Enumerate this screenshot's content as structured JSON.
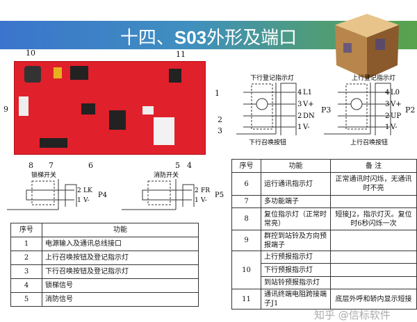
{
  "title": {
    "prefix": "十四、",
    "model": "S03",
    "suffix": "外形及端口"
  },
  "board_labels": [
    "1",
    "2",
    "3",
    "4",
    "5",
    "6",
    "7",
    "8",
    "9",
    "10",
    "11"
  ],
  "diagrams": {
    "p3": {
      "top_label": "下行登记指示灯",
      "bottom_label": "下行召唤按钮",
      "pins": [
        "4",
        "3",
        "2",
        "1"
      ],
      "signals": [
        "L1",
        "V+",
        "DN",
        "V-"
      ],
      "name": "P3"
    },
    "p2": {
      "top_label": "上行登记指示灯",
      "bottom_label": "上行召唤按钮",
      "pins": [
        "4",
        "3",
        "2",
        "1"
      ],
      "signals": [
        "L0",
        "V+",
        "UP",
        "V-"
      ],
      "name": "P2"
    },
    "p4": {
      "top_label": "锁梯开关",
      "pins": [
        "2",
        "1"
      ],
      "signals": [
        "LK",
        "V-"
      ],
      "name": "P4"
    },
    "p5": {
      "top_label": "消防开关",
      "pins": [
        "2",
        "1"
      ],
      "signals": [
        "FR",
        "V-"
      ],
      "name": "P5"
    }
  },
  "table_left": {
    "headers": [
      "序号",
      "功能"
    ],
    "rows": [
      [
        "1",
        "电源输入及通讯总线接口"
      ],
      [
        "2",
        "上行召唤按钮及登记指示灯"
      ],
      [
        "3",
        "下行召唤按钮及登记指示灯"
      ],
      [
        "4",
        "锁梯信号"
      ],
      [
        "5",
        "消防信号"
      ]
    ]
  },
  "table_right": {
    "headers": [
      "序号",
      "功能",
      "备 注"
    ],
    "rows": [
      [
        "6",
        "运行通讯指示灯",
        "正常通讯时闪烁，无通讯时不亮"
      ],
      [
        "7",
        "多功能端子",
        ""
      ],
      [
        "8",
        "复位指示灯（正常时常亮）",
        "短接J2，指示灯灭。复位时6秒闪烁一次"
      ],
      [
        "9",
        "群控到站铃及方向预报端子",
        ""
      ],
      [
        "10",
        "上行预报指示灯",
        ""
      ],
      [
        "",
        "下行预报指示灯",
        ""
      ],
      [
        "",
        "到站铃预报指示灯",
        ""
      ],
      [
        "11",
        "通讯终端电阻跨接端子J1",
        "底层外呼和轿内显示短接"
      ]
    ]
  },
  "watermark": "知乎 @信标软件",
  "colors": {
    "banner_start": "#3b74cc",
    "banner_end": "#5aa24a",
    "pcb": "#e0202a"
  }
}
